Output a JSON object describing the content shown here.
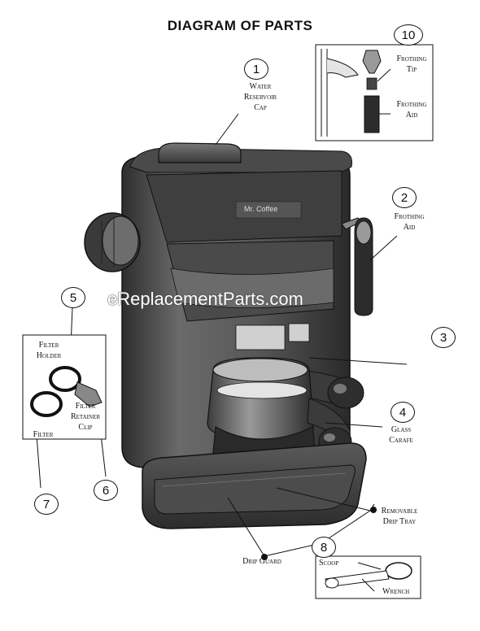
{
  "title": "DIAGRAM OF PARTS",
  "watermark": "eReplacementParts.com",
  "brand": "Mr. Coffee",
  "callouts": [
    {
      "number": "1",
      "label": "Water\nReservoir\nCap"
    },
    {
      "number": "2",
      "label": "Frothing\nAid"
    },
    {
      "number": "3",
      "label": ""
    },
    {
      "number": "4",
      "label": "Glass\nCarafe"
    },
    {
      "number": "5",
      "label": "Filter\nHolder"
    },
    {
      "number": "6",
      "label": "Filter\nRetainer\nClip"
    },
    {
      "number": "7",
      "label": "Filter"
    },
    {
      "number": "8",
      "label": "Removable\nDrip Tray"
    },
    {
      "number": "10",
      "label": ""
    }
  ],
  "inset_frothing": {
    "tip_label": "Frothing\nTip",
    "aid_label": "Frothing\nAid"
  },
  "drip_guard_label": "Drip Guard",
  "inset_tools": {
    "scoop_label": "Scoop",
    "wrench_label": "Wrench"
  },
  "colors": {
    "body": "#5a5a5a",
    "body_dark": "#2f2f2f",
    "body_light": "#8c8c8c",
    "line": "#111111"
  }
}
